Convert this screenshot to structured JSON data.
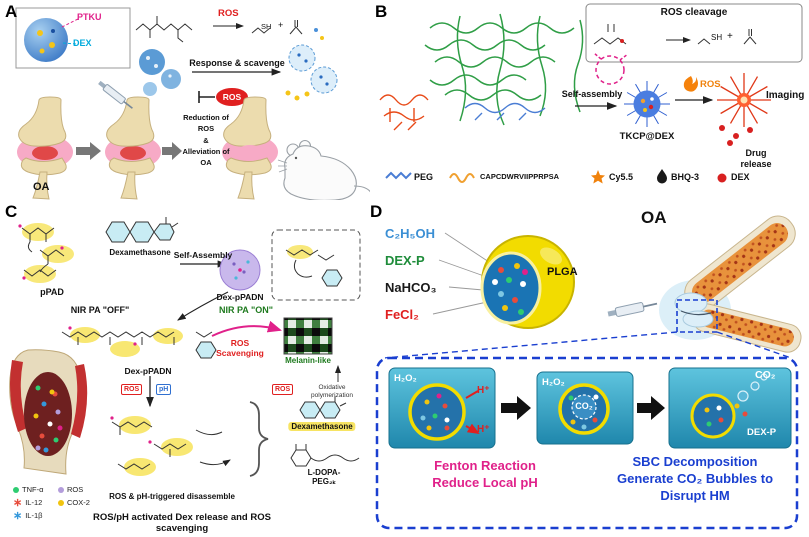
{
  "colors": {
    "magenta": "#e0218a",
    "red": "#e02020",
    "cyan_label": "#00aadc",
    "orange": "#f0820c",
    "green_text": "#1e8c3a",
    "blue_text": "#3b8fd4",
    "deep_blue": "#1a3fd0",
    "yellow": "#f2dc00"
  },
  "panel_a": {
    "label": "A",
    "inset": {
      "ptku": "PTKU",
      "dex": "DEX"
    },
    "ros_top": "ROS",
    "sh": "SH",
    "plus": "+",
    "response_scavenge": "Response & scavenge",
    "ros_badge": "ROS",
    "oa": "OA",
    "reduction_caption": "Reduction of\nROS\n&\nAlleviation of\nOA"
  },
  "panel_b": {
    "label": "B",
    "inset_title": "ROS cleavage",
    "sh": "SH",
    "plus": "+",
    "self_assembly": "Self-assembly",
    "particle": "TKCP@DEX",
    "ros": "ROS",
    "imaging": "Imaging",
    "drug_release": "Drug release",
    "legend": [
      {
        "name": "PEG",
        "color": "#4a7dd4"
      },
      {
        "name": "CAPCDWRVIIPPRPSA",
        "color": "#f0a030"
      },
      {
        "name": "Cy5.5",
        "color": "#f0820c"
      },
      {
        "name": "BHQ-3",
        "color": "#1a1a1a"
      },
      {
        "name": "DEX",
        "color": "#d82020"
      }
    ]
  },
  "panel_c": {
    "label": "C",
    "ppad": "pPAD",
    "dexamethasone": "Dexamethasone",
    "self_assembly": "Self-Assembly",
    "dex_ppadn": "Dex-pPADN",
    "nir_off": "NIR PA \"OFF\"",
    "nir_on": "NIR PA \"ON\"",
    "ros_scavenging": "ROS\nScavenging",
    "melanin": "Melanin-like",
    "dex_ppadn_2": "Dex-pPADN",
    "ros_tag": "ROS",
    "ph_tag": "pH",
    "ros_tag_2": "ROS",
    "oxidative": "Oxidative\npolymerization",
    "dexamethasone_2": "Dexamethasone",
    "ldopa": "L-DOPA-PEG₂ₖ",
    "disassemble": "ROS & pH-triggered disassemble",
    "caption": "ROS/pH activated Dex release and ROS scavenging",
    "legend": [
      {
        "name": "TNF-α",
        "color": "#2ecc71"
      },
      {
        "name": "IL-12",
        "color": "#e74c3c"
      },
      {
        "name": "IL-1β",
        "color": "#3498db"
      },
      {
        "name": "ROS",
        "color": "#b39ddb"
      },
      {
        "name": "COX-2",
        "color": "#f1c40f"
      }
    ]
  },
  "panel_d": {
    "label": "D",
    "ingredients": [
      {
        "name": "C₂H₅OH",
        "color": "#3b8fd4"
      },
      {
        "name": "DEX-P",
        "color": "#1e8c3a"
      },
      {
        "name": "NaHCO₃",
        "color": "#1a1a1a"
      },
      {
        "name": "FeCl₂",
        "color": "#e02020"
      }
    ],
    "plga": "PLGA",
    "oa": "OA",
    "h2o2": "H₂O₂",
    "h_plus": "H⁺",
    "co2": "CO₂",
    "dexp": "DEX-P",
    "fenton": "Fenton Reaction\nReduce Local pH",
    "sbc": "SBC Decomposition\nGenerate CO₂ Bubbles to\nDisrupt HM"
  }
}
